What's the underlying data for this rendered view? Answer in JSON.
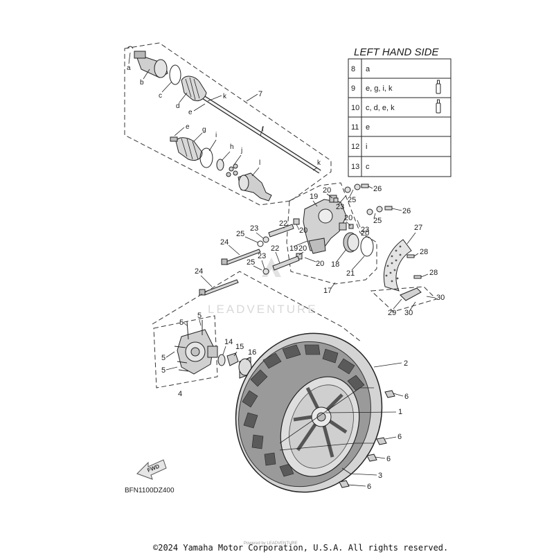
{
  "legend": {
    "title": "LEFT HAND SIDE",
    "rows": [
      {
        "num": "8",
        "codes": "a"
      },
      {
        "num": "9",
        "codes": "e, g, i, k"
      },
      {
        "num": "10",
        "codes": "c, d, e, k"
      },
      {
        "num": "11",
        "codes": "e"
      },
      {
        "num": "12",
        "codes": "i"
      },
      {
        "num": "13",
        "codes": "c"
      }
    ]
  },
  "callouts": {
    "n1": "1",
    "n2": "2",
    "n3": "3",
    "n4": "4",
    "n5a": "5",
    "n5b": "5",
    "n5c": "5",
    "n5d": "5",
    "n6a": "6",
    "n6b": "6",
    "n6c": "6",
    "n6d": "6",
    "n7": "7",
    "n14": "14",
    "n15": "15",
    "n16": "16",
    "n17": "17",
    "n18": "18",
    "n19a": "19",
    "n19b": "19",
    "n20a": "20",
    "n20b": "20",
    "n20c": "20",
    "n20d": "20",
    "n21": "21",
    "n22a": "22",
    "n22b": "22",
    "n23a": "23",
    "n23b": "23",
    "n23c": "23",
    "n23d": "23",
    "n24a": "24",
    "n24b": "24",
    "n25a": "25",
    "n25b": "25",
    "n25c": "25",
    "n25d": "25",
    "n26a": "26",
    "n26b": "26",
    "n27": "27",
    "n28a": "28",
    "n28b": "28",
    "n29": "29",
    "n30a": "30",
    "n30b": "30"
  },
  "letters": {
    "a": "a",
    "b": "b",
    "c": "c",
    "d": "d",
    "e1": "e",
    "e2": "e",
    "f": "f",
    "g": "g",
    "h": "h",
    "i": "i",
    "j": "j",
    "k1": "k",
    "k2": "k",
    "l": "l"
  },
  "direction_label": "FWD",
  "diagram_code": "BFN1100DZ400",
  "watermark": "LEADVENTURE",
  "copyright": "©2024 Yamaha Motor Corporation, U.S.A. All rights reserved.",
  "small_print": "Powered by LEADVENTURE"
}
